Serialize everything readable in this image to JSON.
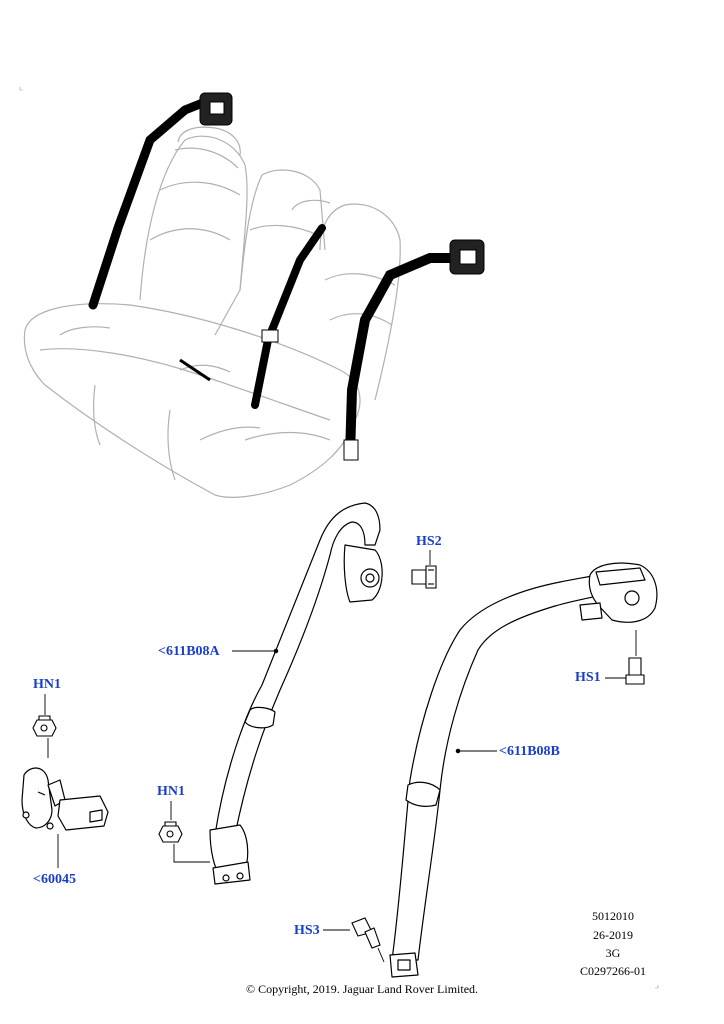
{
  "callouts": {
    "hs2": "HS2",
    "belt_a": "<611B08A",
    "hn1_left": "HN1",
    "hs1": "HS1",
    "belt_b": "<611B08B",
    "hn1_center": "HN1",
    "buckle": "<60045",
    "hs3": "HS3"
  },
  "drawing_info": {
    "line1": "5012010",
    "line2": "26-2019",
    "line3": "3G",
    "line4": "C0297266-01"
  },
  "copyright": "© Copyright, 2019. Jaguar Land Rover Limited.",
  "colors": {
    "callout_text": "#1a3ec8",
    "line_art": "#000000",
    "seat_outline": "#b0b0b0"
  }
}
